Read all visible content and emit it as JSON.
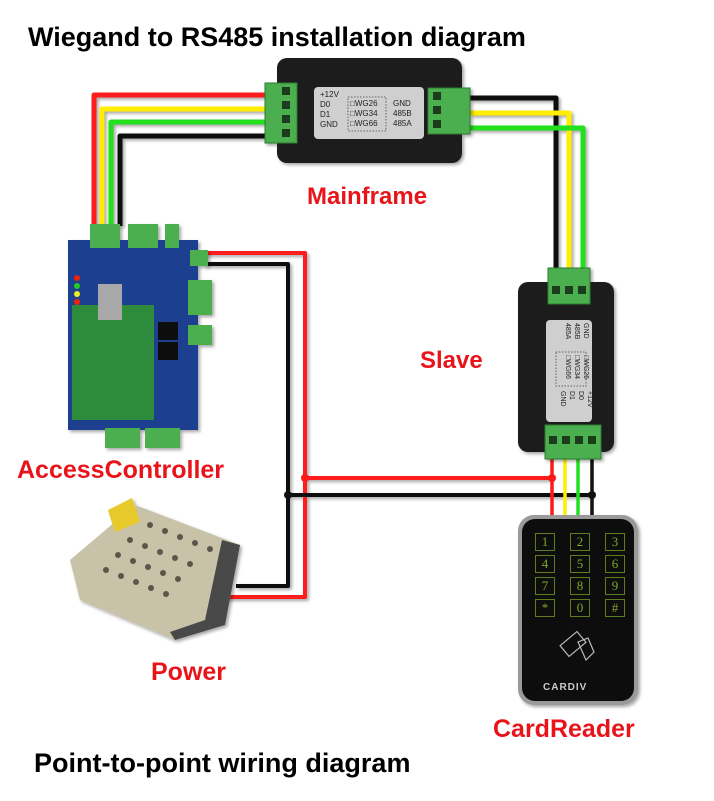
{
  "title_top": "Wiegand to RS485 installation diagram",
  "title_bottom": "Point-to-point wiring diagram",
  "labels": {
    "mainframe": "Mainframe",
    "slave": "Slave",
    "access_controller": "AccessController",
    "power": "Power",
    "card_reader": "CardReader"
  },
  "converter": {
    "wiegand_pins": [
      "+12V",
      "D0",
      "D1",
      "GND"
    ],
    "wg_modes": [
      "WG26",
      "WG34",
      "WG66"
    ],
    "rs485_pins": [
      "GND",
      "485B",
      "485A"
    ]
  },
  "keypad": {
    "keys": [
      "1",
      "2",
      "3",
      "4",
      "5",
      "6",
      "7",
      "8",
      "9",
      "*",
      "0",
      "#"
    ],
    "brand": "CARDIV"
  },
  "wire_colors": {
    "red": "#ff1a1a",
    "yellow": "#ffee00",
    "green": "#22e01e",
    "black": "#111111"
  }
}
